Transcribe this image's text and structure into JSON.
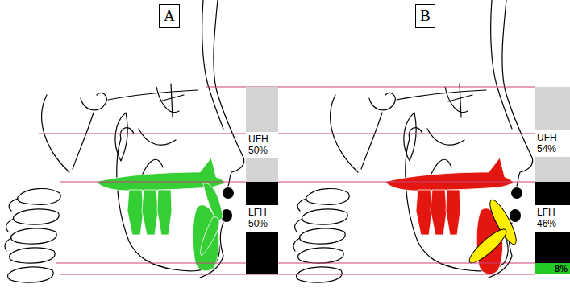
{
  "diagram": {
    "nodes": [
      {
        "text": [
          "A"
        ]
      },
      {
        "text": [
          "UFH 50%"
        ]
      },
      {
        "text": [
          "LFH 50%"
        ]
      },
      {
        "text": [
          "B"
        ]
      },
      {
        "text": [
          "UFH 54%"
        ]
      },
      {
        "text": [
          "LFH 46%"
        ]
      },
      {
        "text": [
          "8%"
        ]
      }
    ]
  }
}
